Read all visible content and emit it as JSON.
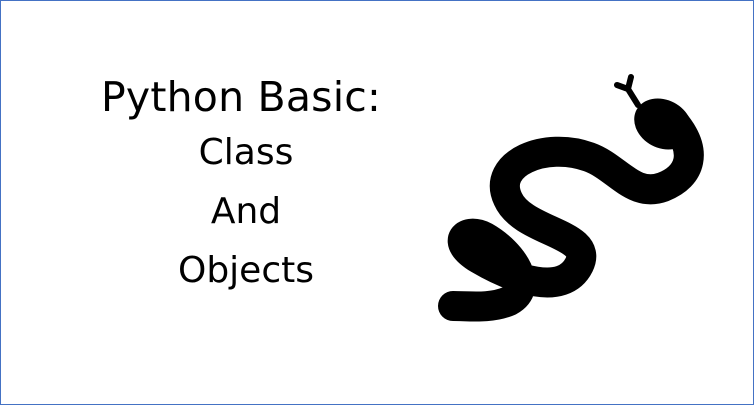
{
  "title": "Python Basic:",
  "subtitle_lines": [
    "Class",
    "And",
    "Objects"
  ],
  "icon": "snake-icon",
  "colors": {
    "border": "#4472c4",
    "text": "#000000",
    "icon": "#000000",
    "background": "#ffffff"
  }
}
